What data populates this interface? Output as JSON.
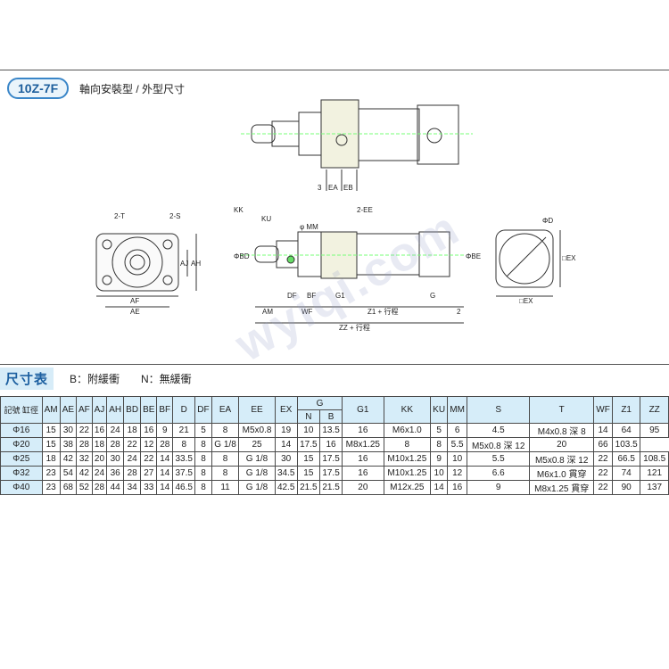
{
  "header": {
    "model": "10Z-7F",
    "desc": "軸向安裝型 / 外型尺寸"
  },
  "drawing_labels": {
    "top_view": [
      "3",
      "EA",
      "EB"
    ],
    "front_view": [
      "2-T",
      "2-S",
      "AJ",
      "AH",
      "AF",
      "AE"
    ],
    "side_view": [
      "KK",
      "KU",
      "φ MM",
      "2-EE",
      "ΦBD",
      "ΦBE",
      "DF",
      "BF",
      "G1",
      "G",
      "AM",
      "WF",
      "Z1 + 行程",
      "2",
      "ZZ + 行程"
    ],
    "end_view": [
      "ΦD",
      "□EX",
      "□EX"
    ]
  },
  "section": {
    "title": "尺寸表",
    "legend_b": "B：附緩衝",
    "legend_n": "N：無緩衝"
  },
  "table": {
    "corner": "記號 缸徑",
    "columns": [
      "AM",
      "AE",
      "AF",
      "AJ",
      "AH",
      "BD",
      "BE",
      "BF",
      "D",
      "DF",
      "EA",
      "EE",
      "EX",
      "G",
      "G1",
      "KK",
      "KU",
      "MM",
      "S",
      "T",
      "WF",
      "Z1",
      "ZZ"
    ],
    "g_sub": [
      "N",
      "B"
    ],
    "rows": [
      [
        "Φ16",
        "15",
        "30",
        "22",
        "16",
        "24",
        "18",
        "16",
        "9",
        "21",
        "5",
        "8",
        "M5x0.8",
        "19",
        "10",
        "13.5",
        "16",
        "M6x1.0",
        "5",
        "6",
        "4.5",
        "M4x0.8 深 8",
        "14",
        "64",
        "95"
      ],
      [
        "Φ20",
        "15",
        "38",
        "28",
        "18",
        "28",
        "22",
        "12",
        "28",
        "8",
        "8",
        "G 1/8",
        "25",
        "14",
        "17.5",
        "16",
        "M8x1.25",
        "8",
        "8",
        "5.5",
        "M5x0.8 深 12",
        "20",
        "66",
        "103.5"
      ],
      [
        "Φ25",
        "18",
        "42",
        "32",
        "20",
        "30",
        "24",
        "22",
        "14",
        "33.5",
        "8",
        "8",
        "G 1/8",
        "30",
        "15",
        "17.5",
        "16",
        "M10x1.25",
        "9",
        "10",
        "5.5",
        "M5x0.8 深 12",
        "22",
        "66.5",
        "108.5"
      ],
      [
        "Φ32",
        "23",
        "54",
        "42",
        "24",
        "36",
        "28",
        "27",
        "14",
        "37.5",
        "8",
        "8",
        "G 1/8",
        "34.5",
        "15",
        "17.5",
        "16",
        "M10x1.25",
        "10",
        "12",
        "6.6",
        "M6x1.0 貫穿",
        "22",
        "74",
        "121"
      ],
      [
        "Φ40",
        "23",
        "68",
        "52",
        "28",
        "44",
        "34",
        "33",
        "14",
        "46.5",
        "8",
        "11",
        "G 1/8",
        "42.5",
        "21.5",
        "21.5",
        "20",
        "M12x.25",
        "14",
        "16",
        "9",
        "M8x1.25 貫穿",
        "22",
        "90",
        "137"
      ]
    ]
  },
  "watermark": "wyiqi.com"
}
